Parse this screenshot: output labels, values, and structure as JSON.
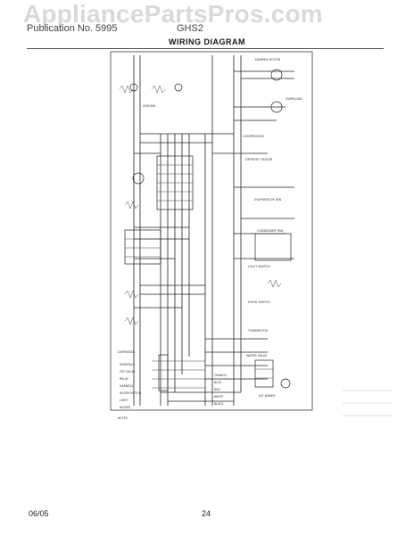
{
  "watermark": "AppliancePartsPros.com",
  "header": {
    "left": "Publication No. 5995",
    "right": "GHS2"
  },
  "title": "WIRING DIAGRAM",
  "footer": {
    "date": "06/05",
    "page": "24"
  },
  "components": {
    "damper_motor": "DAMPER MOTOR",
    "defrost_heater": "DEFROST HEATER",
    "compressor": "COMPRESSOR",
    "overload": "OVERLOAD",
    "evaporator_fan": "EVAPORATOR FAN",
    "condenser_fan": "CONDENSER FAN",
    "light_switch": "LIGHT SWITCH",
    "door_switch": "DOOR SWITCH",
    "thermistor": "THERMISTOR",
    "water_valve": "WATER VALVE",
    "ice_maker": "ICE MAKER",
    "dispenser": "DISPENSER",
    "ground": "GROUND",
    "interface": "INTERFACE",
    "off_delay": "OFF DELAY",
    "relay": "RELAY",
    "harness": "HARNESS",
    "auger_motor": "AUGER MOTOR",
    "light": "LIGHT",
    "heater": "HEATER",
    "white": "WHITE",
    "black": "BLACK",
    "red": "RED",
    "blue": "BLUE",
    "orange": "ORANGE",
    "notes": "NOTES"
  }
}
